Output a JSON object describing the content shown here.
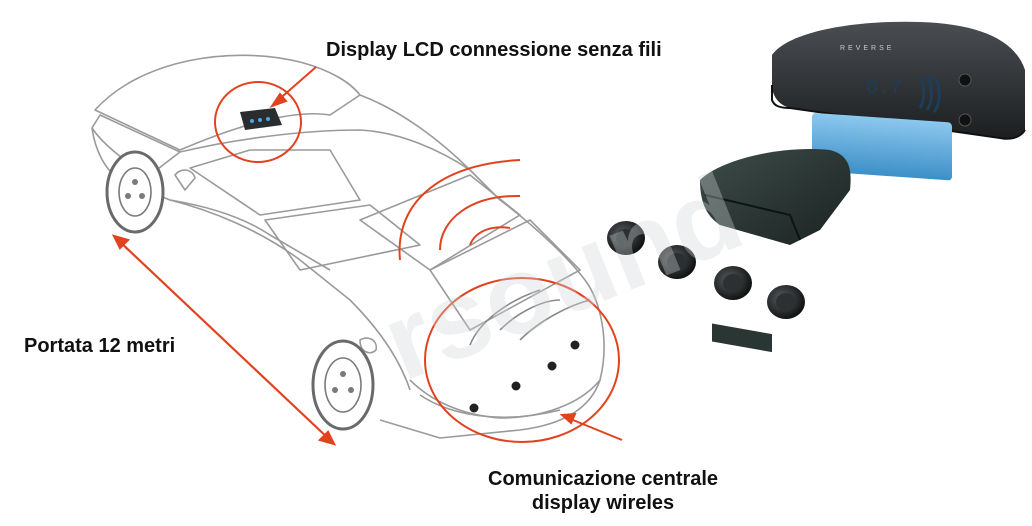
{
  "labels": {
    "display_lcd": "Display LCD connessione senza fili",
    "range": "Portata 12 metri",
    "communication_line1": "Comunicazione centrale",
    "communication_line2": "display wireles"
  },
  "display_device": {
    "brand": "REVERSE",
    "readout": "0.7"
  },
  "watermark": "rsound",
  "colors": {
    "annotation_red": "#e2431f",
    "lcd_blue": "#5aa8d8",
    "device_dark": "#2a2d30",
    "car_outline": "#9a9a9a"
  }
}
